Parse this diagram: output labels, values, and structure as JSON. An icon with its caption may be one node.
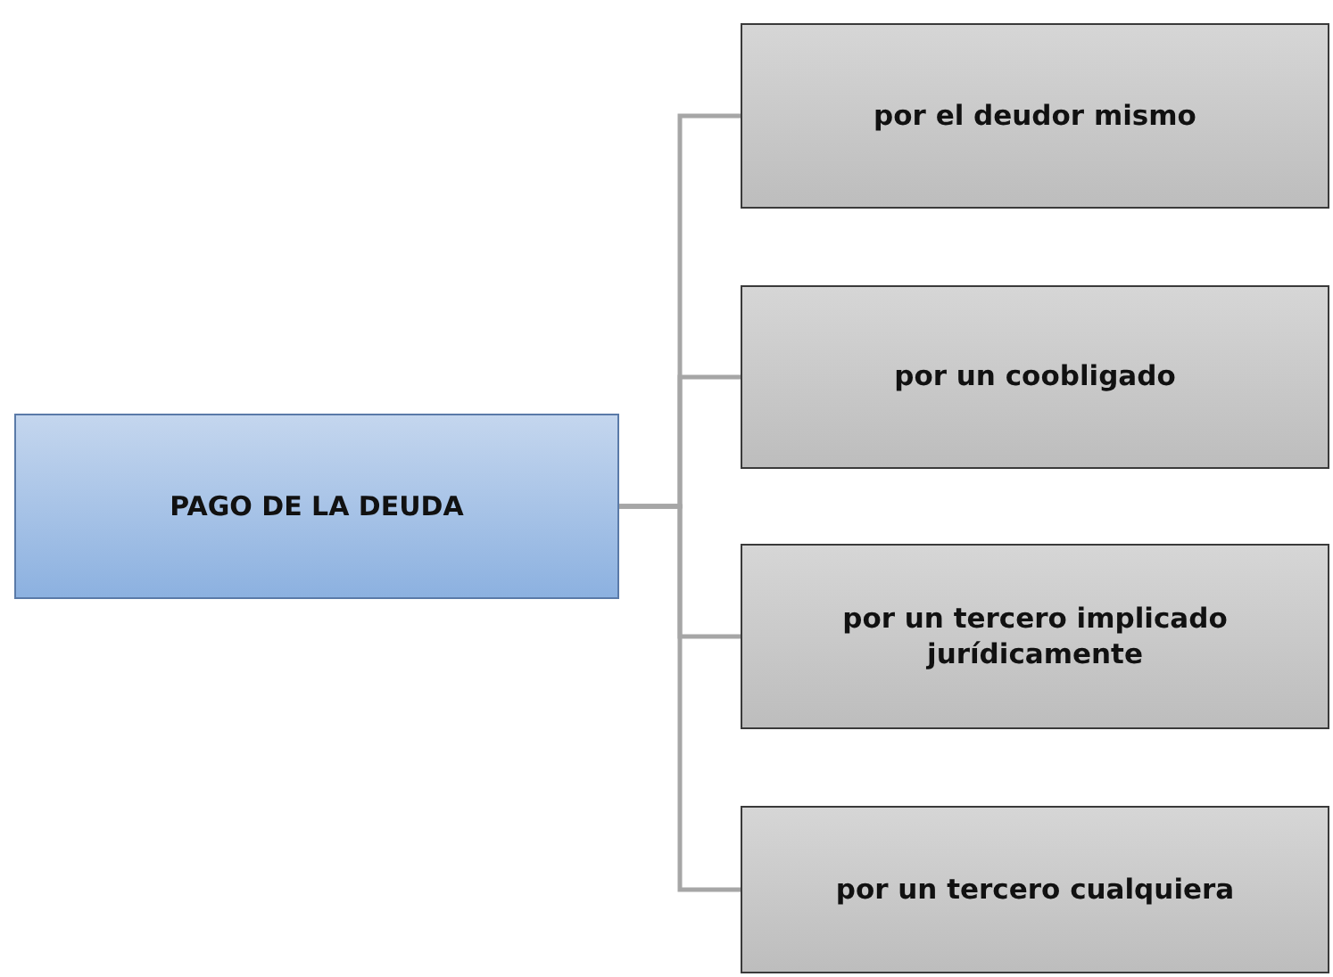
{
  "diagram": {
    "nodes": [
      {
        "text": [
          "PAGO DE LA DEUDA"
        ]
      },
      {
        "text": [
          "por el deudor mismo"
        ]
      },
      {
        "text": [
          "por un coobligado"
        ]
      },
      {
        "text": [
          "por un tercero implicado jurídicamente"
        ]
      },
      {
        "text": [
          "por un tercero cualquiera"
        ]
      }
    ],
    "edges": [
      {
        "from": 0,
        "to": 1,
        "arrow": "none"
      },
      {
        "from": 0,
        "to": 2,
        "arrow": "none"
      },
      {
        "from": 0,
        "to": 3,
        "arrow": "none"
      },
      {
        "from": 0,
        "to": 4,
        "arrow": "none"
      }
    ]
  }
}
